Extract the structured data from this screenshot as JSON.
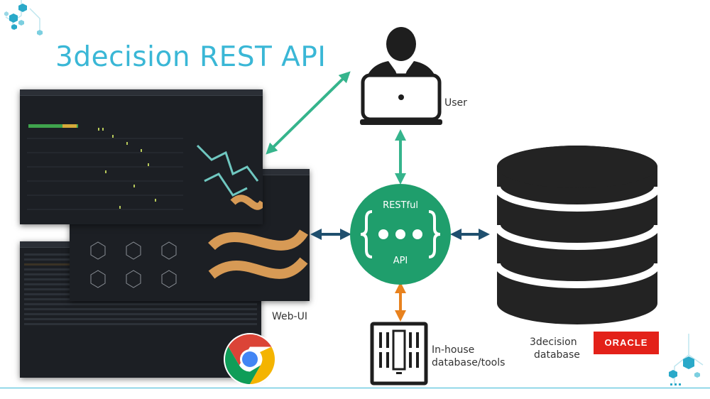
{
  "title": "3decision REST API",
  "labels": {
    "user": "User",
    "api_top": "RESTful",
    "api_bottom": "API",
    "web_ui": "Web-UI",
    "inhouse_line1": "In-house",
    "inhouse_line2": "database/tools",
    "db_line1": "3decision",
    "db_line2": "database",
    "oracle": "ORACLE"
  },
  "colors": {
    "title": "#3ab7d6",
    "api_circle": "#1f9e6c",
    "arrow_green": "#35b48c",
    "arrow_navy": "#1f4f6e",
    "arrow_orange": "#e8821e",
    "db": "#232323",
    "oracle_red": "#e32119"
  },
  "icons": [
    "user-icon",
    "laptop-icon",
    "api-braces-icon",
    "database-icon",
    "server-icon",
    "chrome-icon",
    "molecule-icon"
  ]
}
